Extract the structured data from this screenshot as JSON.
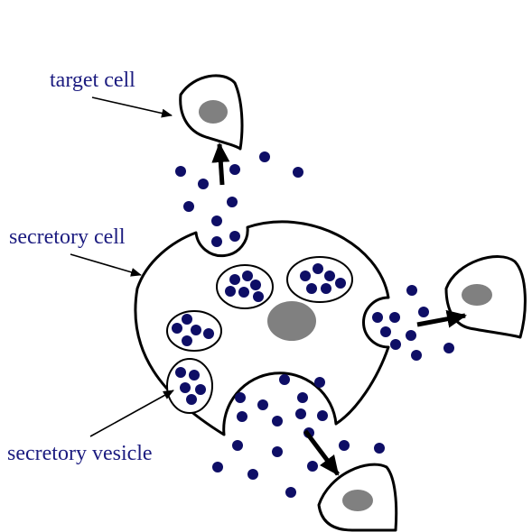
{
  "labels": {
    "target_cell": "target cell",
    "secretory_cell": "secretory cell",
    "secretory_vesicle": "secretory vesicle"
  },
  "colors": {
    "label_text": "#1c1c80",
    "molecule": "#0e0e66",
    "nucleus": "#808080",
    "outline": "#000000"
  }
}
